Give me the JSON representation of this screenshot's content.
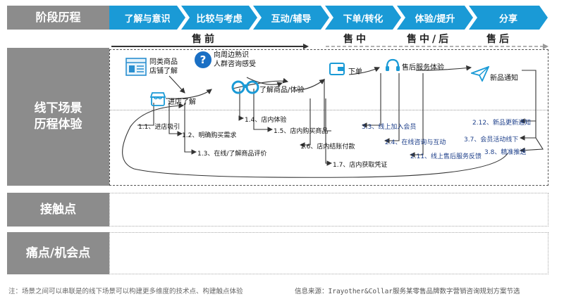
{
  "rows": {
    "stage": "阶段历程",
    "scene": "线下场景\n历程体验",
    "touch": "接触点",
    "pain": "痛点/机会点"
  },
  "stages": [
    "了解与意识",
    "比较与考虑",
    "互动/辅导",
    "下单/转化",
    "体验/提升",
    "分享"
  ],
  "phases": {
    "pre": "售前",
    "mid": "售中",
    "mid_post": "售中/后",
    "post": "售后"
  },
  "scene_nodes": {
    "similar_store": "同类商品\n店铺了解",
    "nearby": "向周边熟识\n人群咨询感受",
    "enter_store": "进店了解",
    "know_product": "了解商品/体验",
    "order": "下单",
    "after_sales": "售后服务体验",
    "new_notice": "新品通知"
  },
  "steps": {
    "s1_1": "1.1、进店吸引",
    "s1_2": "1.2、明确购买需求",
    "s1_3": "1.3、在线/了解商品评价",
    "s1_4": "1.4、店内体验",
    "s1_5": "1.5、店内购买商品",
    "s1_6": "1.6、店内结账付款",
    "s1_7": "1.7、店内获取凭证",
    "s3_3": "3.3、线上加入会员",
    "s2_4": "2.4、在线咨询与互动",
    "s2_11": "2.11、线上售后服务反馈",
    "s2_12": "2.12、新品更新通知",
    "s3_7": "3.7、会员活动线下",
    "s3_8": "3.8、精准推送"
  },
  "footer": {
    "note": "注：场景之间可以串联是的线下场景可以构建更多维度的技术点、构建触点体验",
    "source": "信息来源：Irayother&Collar服务某零售品牌数字营销咨询规划方案节选"
  },
  "colors": {
    "stage_blue": "#1a9ad6",
    "label_gray": "#8c8c8c",
    "step_blue": "#1d3f8a"
  }
}
